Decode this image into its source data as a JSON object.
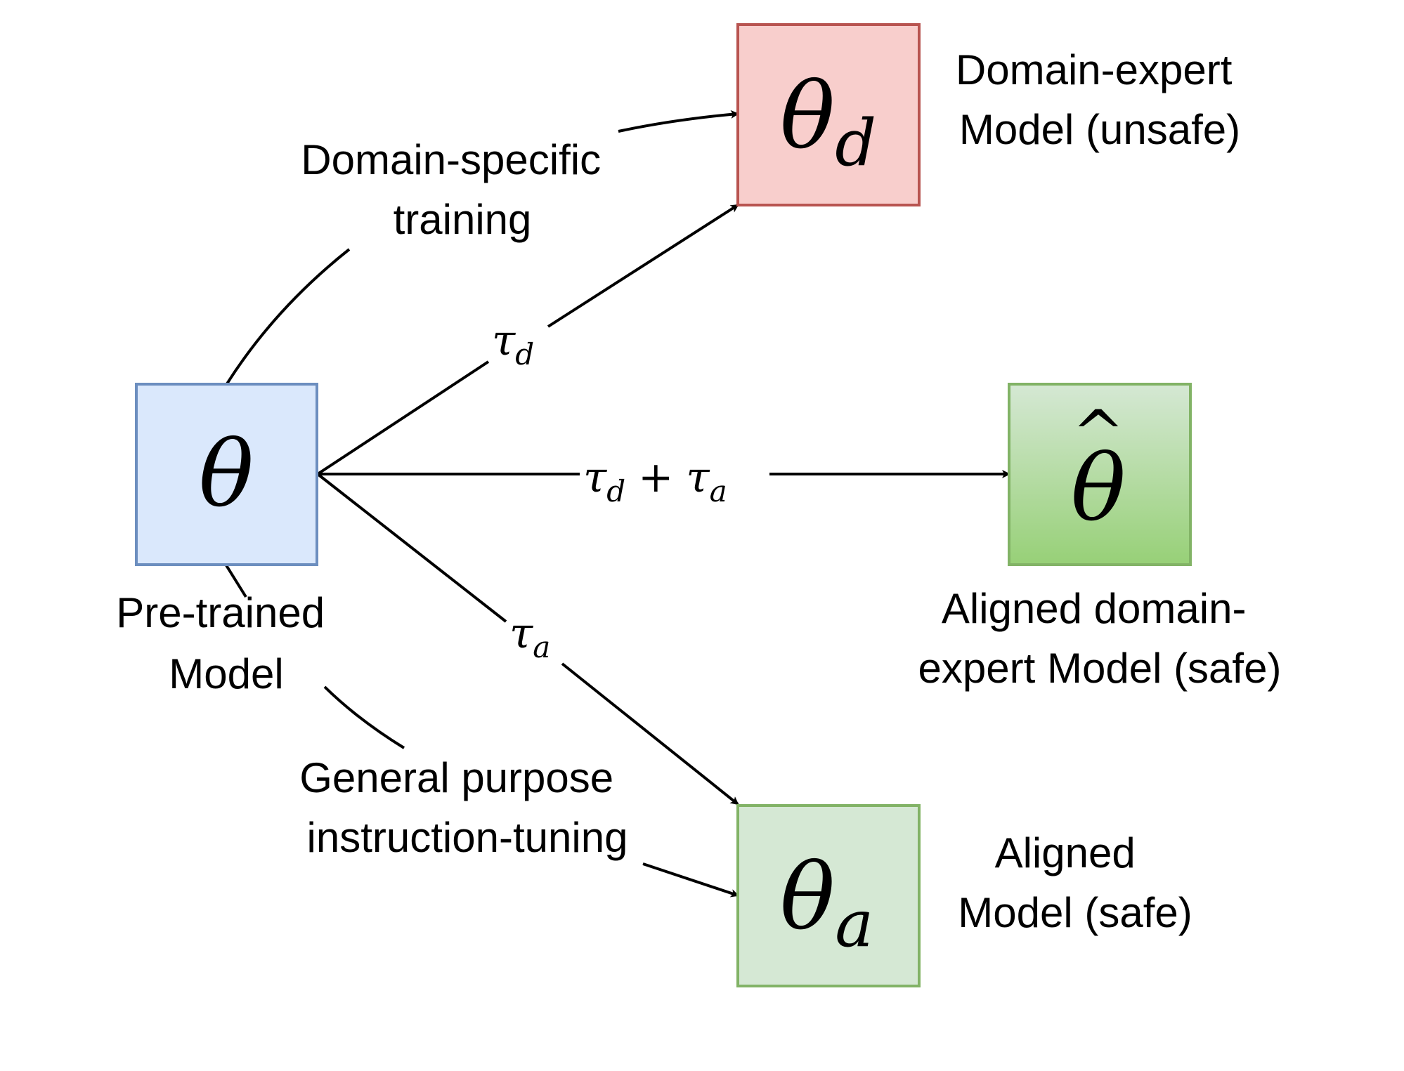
{
  "nodes": {
    "pretrained": {
      "symbol": "θ",
      "caption_line1": "Pre-trained",
      "caption_line2": "Model",
      "fill": "#dae8fc",
      "stroke": "#6c8ebf"
    },
    "domain_expert": {
      "symbol": "θ",
      "subscript": "d",
      "caption_line1": "Domain-expert",
      "caption_line2": "Model (unsafe)",
      "fill": "#f8cecc",
      "stroke": "#b85450"
    },
    "aligned_domain_expert": {
      "symbol": "θ",
      "hat": "^",
      "caption_line1": "Aligned domain-",
      "caption_line2": "expert Model (safe)",
      "fill_top": "#d5e8d4",
      "fill_bottom": "#97d077",
      "stroke": "#82b366"
    },
    "aligned": {
      "symbol": "θ",
      "subscript": "a",
      "caption_line1": "Aligned",
      "caption_line2": "Model (safe)",
      "fill": "#d5e8d4",
      "stroke": "#82b366"
    }
  },
  "edges": {
    "tau_d": {
      "symbol": "τ",
      "subscript": "d"
    },
    "tau_sum": {
      "symbol1": "τ",
      "sub1": "d",
      "operator": "+",
      "symbol2": "τ",
      "sub2": "a"
    },
    "tau_a": {
      "symbol": "τ",
      "subscript": "a"
    }
  },
  "annotations": {
    "domain_training_line1": "Domain-specific",
    "domain_training_line2": "training",
    "general_tuning_line1": "General purpose",
    "general_tuning_line2": "instruction-tuning"
  }
}
